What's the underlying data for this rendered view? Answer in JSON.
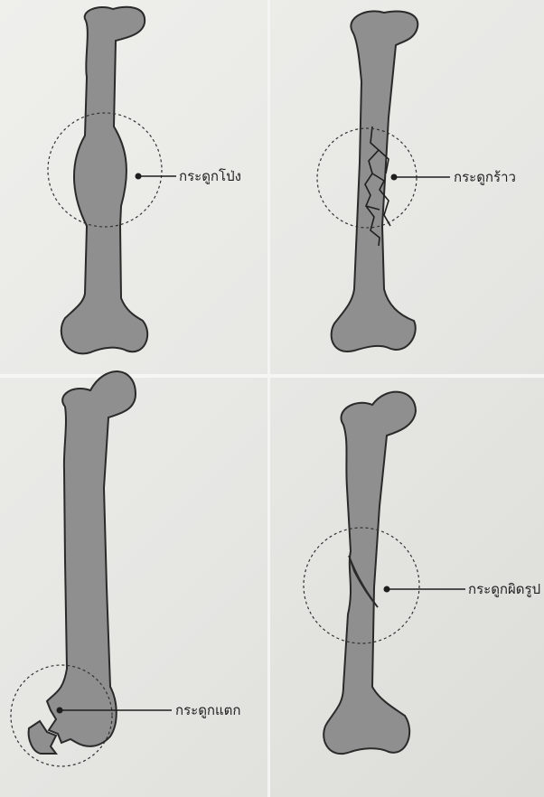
{
  "panels": [
    {
      "id": "swollen",
      "label": "กระดูกโป่ง"
    },
    {
      "id": "cracked",
      "label": "กระดูกร้าว"
    },
    {
      "id": "broken",
      "label": "กระดูกแตก"
    },
    {
      "id": "deformed",
      "label": "กระดูกผิดรูป"
    }
  ],
  "colors": {
    "bone_fill": "#8f8f8f",
    "bone_stroke": "#2a2a2a",
    "leader": "#1e1e1e",
    "circle": "#333333"
  }
}
